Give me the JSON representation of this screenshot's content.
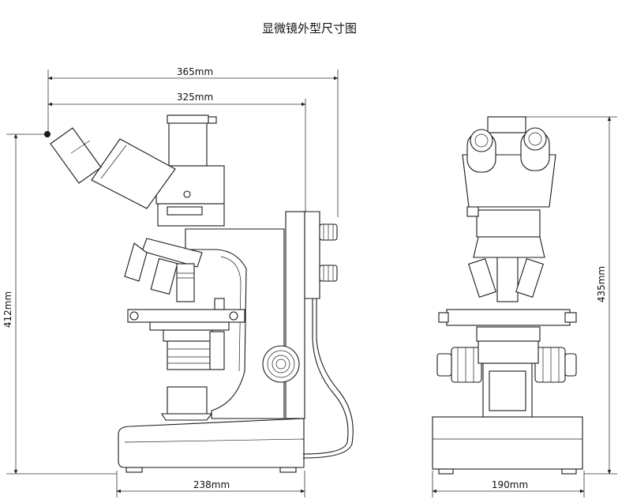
{
  "title": "显微镜外型尺寸图",
  "dimensions": {
    "side_total_width": "365mm",
    "side_body_width": "325mm",
    "side_height": "412mm",
    "side_base_width": "238mm",
    "front_height": "435mm",
    "front_base_width": "190mm"
  }
}
